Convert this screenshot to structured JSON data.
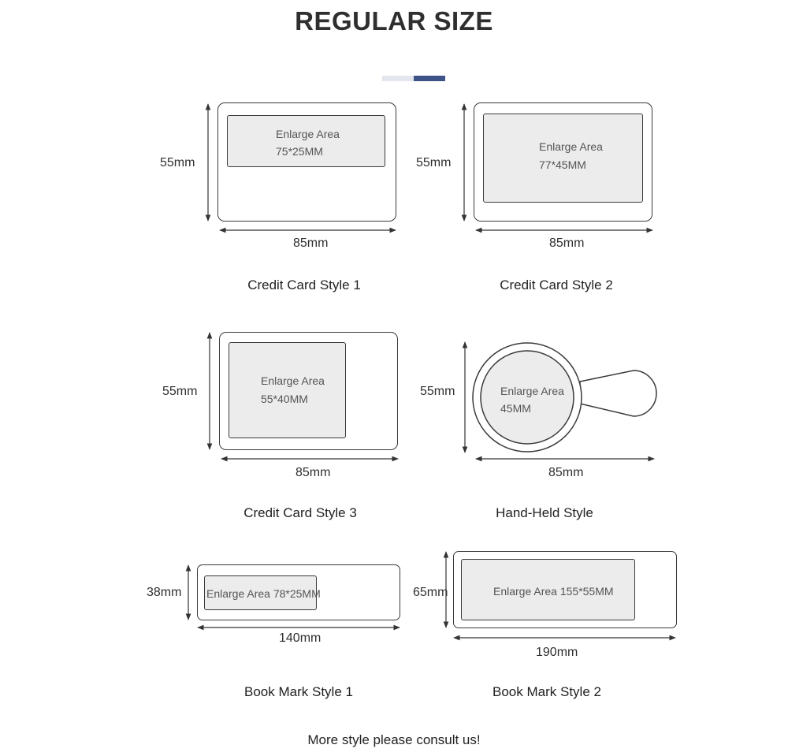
{
  "title": "REGULAR SIZE",
  "footer": "More style please consult us!",
  "styles": [
    {
      "name": "Credit Card Style 1",
      "enlarge_label": "Enlarge Area",
      "enlarge_size": "75*25MM",
      "height": "55mm",
      "width": "85mm"
    },
    {
      "name": "Credit Card Style 2",
      "enlarge_label": "Enlarge Area",
      "enlarge_size": "77*45MM",
      "height": "55mm",
      "width": "85mm"
    },
    {
      "name": "Credit Card Style 3",
      "enlarge_label": "Enlarge Area",
      "enlarge_size": "55*40MM",
      "height": "55mm",
      "width": "85mm"
    },
    {
      "name": "Hand-Held Style",
      "enlarge_label": "Enlarge Area",
      "enlarge_size": "45MM",
      "height": "55mm",
      "width": "85mm"
    },
    {
      "name": "Book Mark Style 1",
      "enlarge_text": "Enlarge Area 78*25MM",
      "height": "38mm",
      "width": "140mm"
    },
    {
      "name": "Book Mark Style 2",
      "enlarge_text": "Enlarge Area 155*55MM",
      "height": "65mm",
      "width": "190mm"
    }
  ]
}
